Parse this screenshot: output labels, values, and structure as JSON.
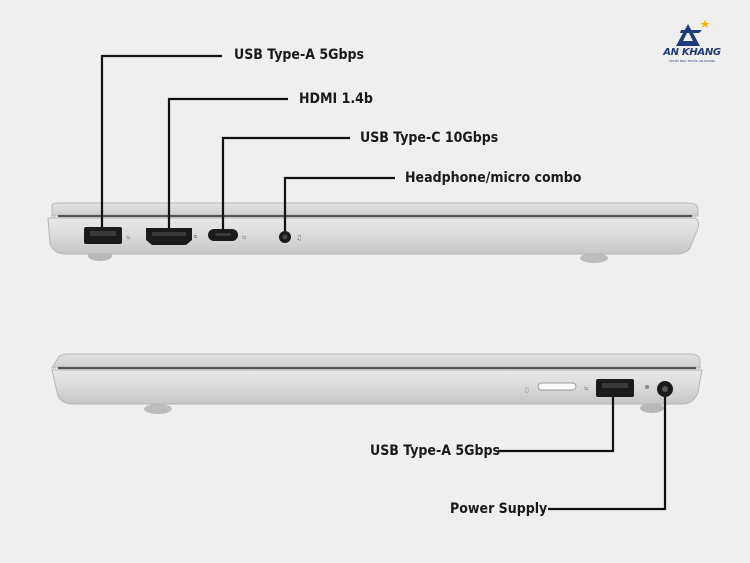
{
  "brand": {
    "name": "AN KHANG",
    "tagline": "CHUỖI NHÀ THUỐC AN KHANG",
    "color": "#1f3b7a",
    "accent": "#f2b705"
  },
  "callouts": {
    "top": {
      "usb_a": "USB Type-A 5Gbps",
      "hdmi": "HDMI 1.4b",
      "usb_c": "USB Type-C 10Gbps",
      "headphone": "Headphone/micro combo"
    },
    "bottom": {
      "usb_a": "USB Type-A 5Gbps",
      "power": "Power Supply"
    }
  },
  "colors": {
    "background": "#efefef",
    "chassis": "#d7d7d7",
    "line": "#111111"
  }
}
